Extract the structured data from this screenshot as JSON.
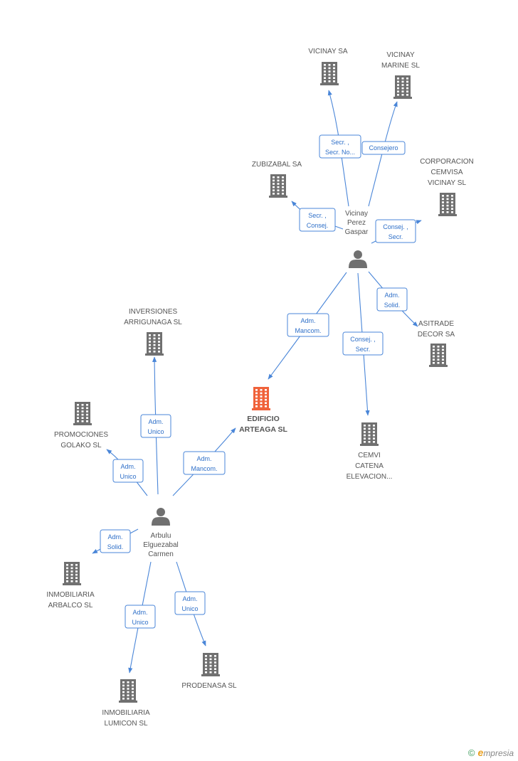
{
  "colors": {
    "edge": "#4a86d8",
    "node": "#707070",
    "focus": "#f0623a",
    "brand_green": "#3a9a5a",
    "brand_orange": "#e9a020"
  },
  "nodes": [
    {
      "id": "vicinay_sa",
      "kind": "company",
      "lines": [
        "VICINAY SA"
      ]
    },
    {
      "id": "vicinay_marine",
      "kind": "company",
      "lines": [
        "VICINAY",
        "MARINE SL"
      ]
    },
    {
      "id": "zubizabal",
      "kind": "company",
      "lines": [
        "ZUBIZABAL SA"
      ]
    },
    {
      "id": "cemvisa",
      "kind": "company",
      "lines": [
        "CORPORACION",
        "CEMVISA",
        "VICINAY  SL"
      ]
    },
    {
      "id": "vicinay_person",
      "kind": "person",
      "lines": [
        "Vicinay",
        "Perez",
        "Gaspar"
      ]
    },
    {
      "id": "asitrade",
      "kind": "company",
      "lines": [
        "ASITRADE",
        "DECOR SA"
      ]
    },
    {
      "id": "inversiones",
      "kind": "company",
      "lines": [
        "INVERSIONES",
        "ARRIGUNAGA SL"
      ]
    },
    {
      "id": "edificio",
      "kind": "company",
      "focus": true,
      "lines": [
        "EDIFICIO",
        "ARTEAGA SL"
      ]
    },
    {
      "id": "promociones",
      "kind": "company",
      "lines": [
        "PROMOCIONES",
        "GOLAKO SL"
      ]
    },
    {
      "id": "cemvi",
      "kind": "company",
      "lines": [
        "CEMVI",
        "CATENA",
        "ELEVACION..."
      ]
    },
    {
      "id": "arbulu_person",
      "kind": "person",
      "lines": [
        "Arbulu",
        "Elguezabal",
        "Carmen"
      ]
    },
    {
      "id": "arbalco",
      "kind": "company",
      "lines": [
        "INMOBILIARIA",
        "ARBALCO SL"
      ]
    },
    {
      "id": "prodenasa",
      "kind": "company",
      "lines": [
        "PRODENASA SL"
      ]
    },
    {
      "id": "lumicon",
      "kind": "company",
      "lines": [
        "INMOBILIARIA",
        "LUMICON SL"
      ]
    }
  ],
  "edges": [
    {
      "from": "vicinay_person",
      "to": "vicinay_sa",
      "lines": [
        "Secr. ,",
        "Secr. No..."
      ]
    },
    {
      "from": "vicinay_person",
      "to": "vicinay_marine",
      "lines": [
        "Consejero"
      ]
    },
    {
      "from": "vicinay_person",
      "to": "zubizabal",
      "lines": [
        "Secr. ,",
        "Consej."
      ]
    },
    {
      "from": "vicinay_person",
      "to": "cemvisa",
      "lines": [
        "Consej. ,",
        "Secr."
      ]
    },
    {
      "from": "vicinay_person",
      "to": "asitrade",
      "lines": [
        "Adm.",
        "Solid."
      ]
    },
    {
      "from": "vicinay_person",
      "to": "edificio",
      "lines": [
        "Adm.",
        "Mancom."
      ]
    },
    {
      "from": "vicinay_person",
      "to": "cemvi",
      "lines": [
        "Consej. ,",
        "Secr."
      ]
    },
    {
      "from": "arbulu_person",
      "to": "inversiones",
      "lines": [
        "Adm.",
        "Unico"
      ]
    },
    {
      "from": "arbulu_person",
      "to": "promociones",
      "lines": [
        "Adm.",
        "Unico"
      ]
    },
    {
      "from": "arbulu_person",
      "to": "edificio",
      "lines": [
        "Adm.",
        "Mancom."
      ]
    },
    {
      "from": "arbulu_person",
      "to": "arbalco",
      "lines": [
        "Adm.",
        "Solid."
      ]
    },
    {
      "from": "arbulu_person",
      "to": "prodenasa",
      "lines": [
        "Adm.",
        "Unico"
      ]
    },
    {
      "from": "arbulu_person",
      "to": "lumicon",
      "lines": [
        "Adm.",
        "Unico"
      ]
    }
  ],
  "brand": {
    "copyright": "©",
    "e": "e",
    "rest": "mpresia"
  }
}
